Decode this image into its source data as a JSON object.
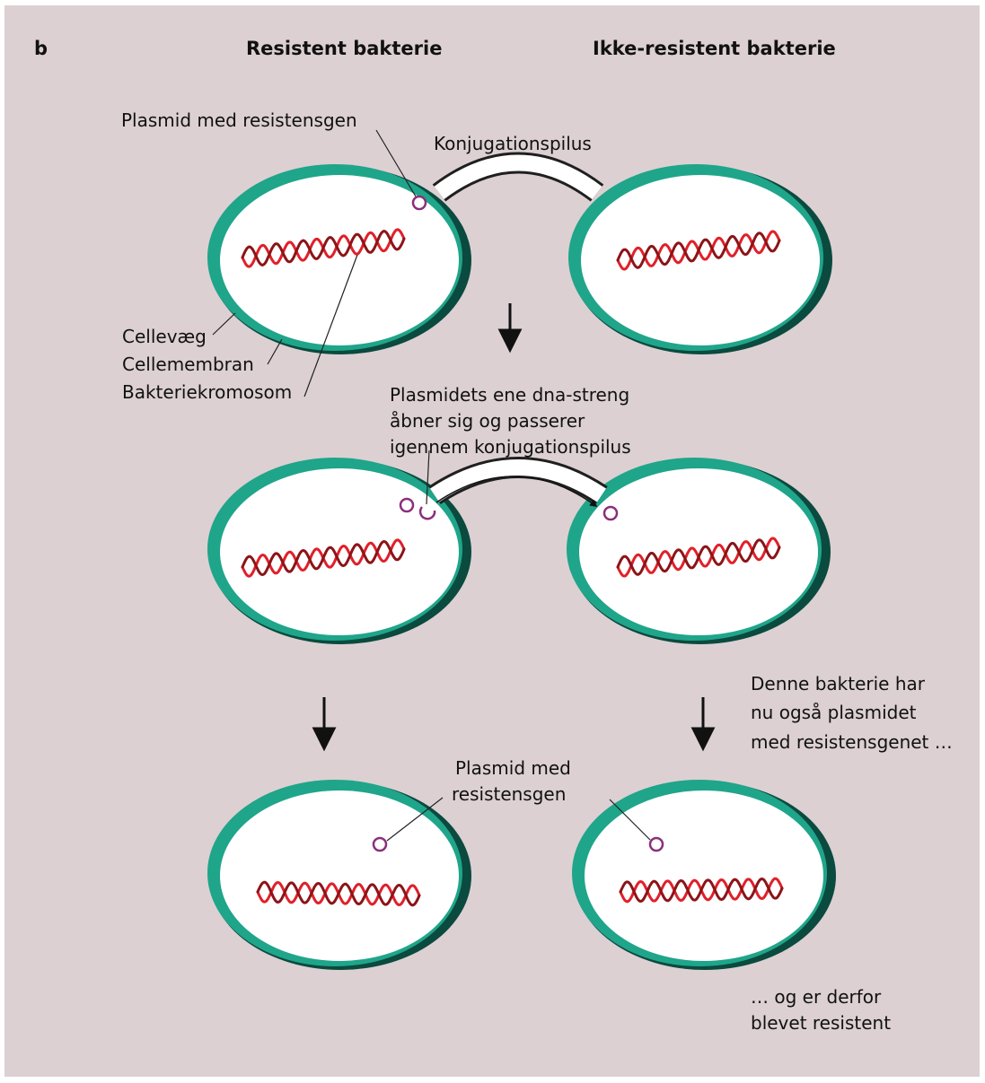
{
  "panel_letter": "b",
  "headers": {
    "left": "Resistent bakterie",
    "right": "Ikke-resistent bakterie"
  },
  "labels": {
    "plasmid_top": "Plasmid med resistensgen",
    "pilus": "Konjugationspilus",
    "cellevaeg": "Cellevæg",
    "cellemembran": "Cellemembran",
    "kromosom": "Bakteriekromosom",
    "transfer_1": "Plasmidets ene dna-streng",
    "transfer_2": "åbner sig og passerer",
    "transfer_3": "igennem konjugationspilus",
    "plasmid_bottom_1": "Plasmid med",
    "plasmid_bottom_2": "resistensgen",
    "note_1": "Denne bakterie har",
    "note_2": "nu også plasmidet",
    "note_3": "med resistensgenet …",
    "result_1": "… og er derfor",
    "result_2": "blevet resistent"
  },
  "colors": {
    "background": "#dcd0d2",
    "cell_wall": "#1fa58a",
    "cell_wall_shadow": "#0b4a3e",
    "cytoplasm": "#ffffff",
    "chromosome": "#e0202a",
    "chromosome_dark": "#8c1418",
    "plasmid": "#8a2f7c"
  }
}
